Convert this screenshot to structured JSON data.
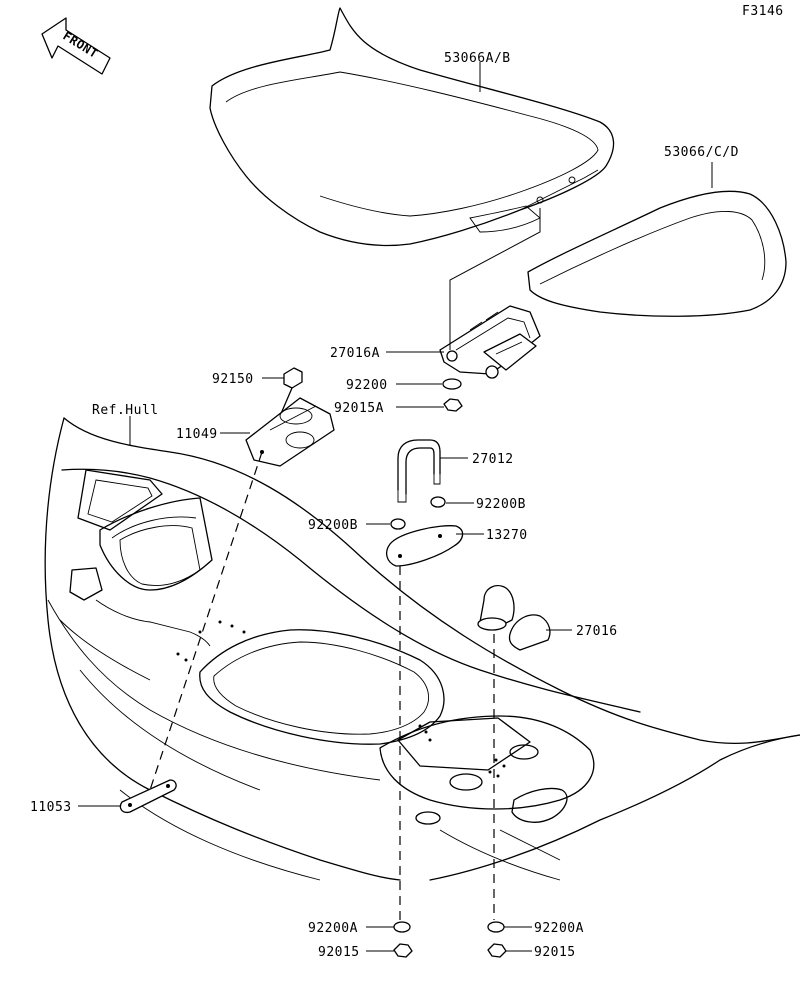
{
  "figure_code": "F3146",
  "front_label": "FRONT",
  "ref_label": "Ref.Hull",
  "callouts": [
    {
      "id": "53066ab",
      "text": "53066A/B"
    },
    {
      "id": "53066cd",
      "text": "53066/C/D"
    },
    {
      "id": "27016a",
      "text": "27016A"
    },
    {
      "id": "92200",
      "text": "92200"
    },
    {
      "id": "92015a",
      "text": "92015A"
    },
    {
      "id": "92150",
      "text": "92150"
    },
    {
      "id": "11049",
      "text": "11049"
    },
    {
      "id": "27012",
      "text": "27012"
    },
    {
      "id": "92200b_r",
      "text": "92200B"
    },
    {
      "id": "92200b_l",
      "text": "92200B"
    },
    {
      "id": "13270",
      "text": "13270"
    },
    {
      "id": "27016",
      "text": "27016"
    },
    {
      "id": "11053",
      "text": "11053"
    },
    {
      "id": "92200a_l",
      "text": "92200A"
    },
    {
      "id": "92200a_r",
      "text": "92200A"
    },
    {
      "id": "92015_l",
      "text": "92015"
    },
    {
      "id": "92015_r",
      "text": "92015"
    }
  ]
}
